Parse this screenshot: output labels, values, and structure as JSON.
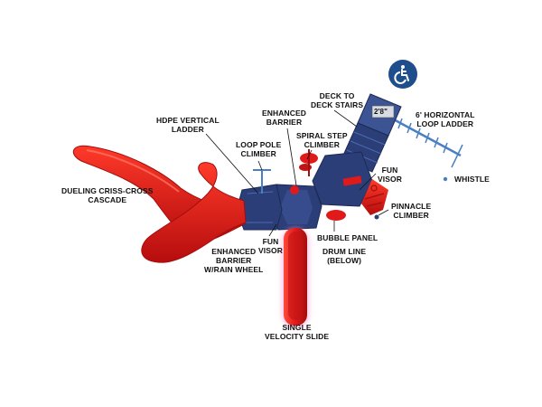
{
  "colors": {
    "slide_red": "#e01a1a",
    "slide_dark": "#a30d0d",
    "deck_blue": "#2b3e78",
    "deck_dark": "#1c2a55",
    "pole_blue": "#4a7fc4",
    "accessible_blue": "#1f4e8c"
  },
  "icons": {
    "accessible": "wheelchair-icon"
  },
  "labels": {
    "deck_to_deck_stairs": "DECK TO\nDECK STAIRS",
    "stairs_height": "2'8\"",
    "horizontal_loop_ladder": "6' HORIZONTAL\nLOOP LADDER",
    "enhanced_barrier": "ENHANCED\nBARRIER",
    "hdpe_vertical_ladder": "HDPE VERTICAL\nLADDER",
    "loop_pole_climber": "LOOP POLE\nCLIMBER",
    "spiral_step_climber": "SPIRAL STEP\nCLIMBER",
    "fun_visor_right": "FUN\nVISOR",
    "whistle": "WHISTLE",
    "dueling_cascade": "DUELING CRISS-CROSS\nCASCADE",
    "pinnacle_climber": "PINNACLE\nCLIMBER",
    "bubble_panel": "BUBBLE PANEL",
    "drum_line": "DRUM LINE\n(BELOW)",
    "fun_visor_bottom": "FUN\nVISOR",
    "enhanced_barrier_rain_wheel": "ENHANCED\nBARRIER\nW/RAIN WHEEL",
    "single_velocity_slide": "SINGLE\nVELOCITY SLIDE"
  }
}
